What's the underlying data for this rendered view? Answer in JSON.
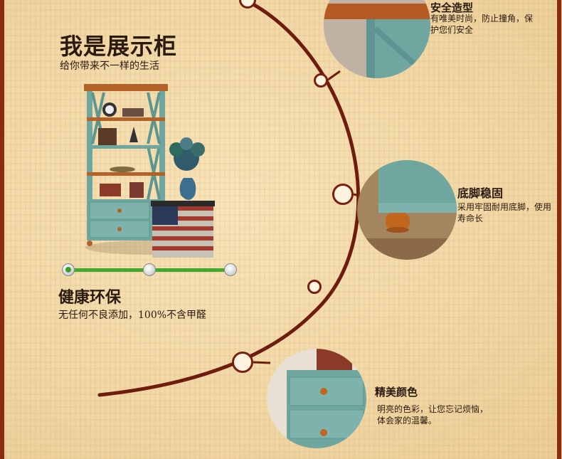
{
  "header": {
    "title": "我是展示柜",
    "subtitle": "给你带来不一样的生活"
  },
  "features": [
    {
      "title": "安全造型",
      "desc": "有唯美时尚，防止撞角，保护您们安全"
    },
    {
      "title": "底脚稳固",
      "desc": "采用牢固耐用底脚，使用寿命长"
    },
    {
      "title": "精美颜色",
      "desc": "明亮的色彩，让您忘记烦恼，体会家的温馨。"
    }
  ],
  "health": {
    "title": "健康环保",
    "desc": "无任何不良添加，100%不含甲醛"
  },
  "slider": {
    "steps": 3,
    "active_step": 1
  },
  "colors": {
    "border": "#8a2b12",
    "arc": "#6e1c0e",
    "accent": "#41a92e",
    "furniture": "#6fa7a0"
  }
}
